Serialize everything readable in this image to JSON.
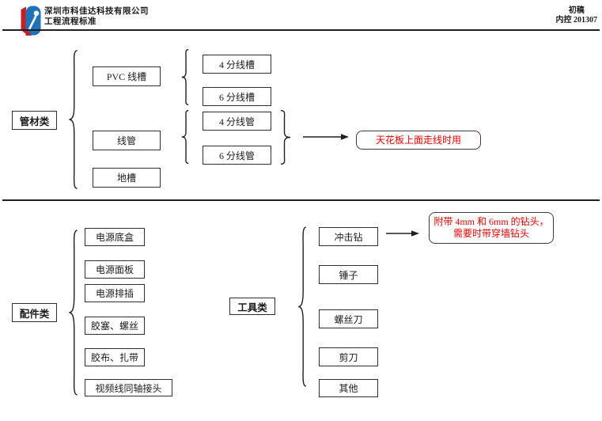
{
  "header": {
    "company": "深圳市科佳达科技有限公司",
    "title": "工程流程标准",
    "status": "初稿",
    "control": "内控 201307"
  },
  "pipes": {
    "root": "管材类",
    "children": [
      {
        "label": "PVC 线槽",
        "children": [
          "4 分线槽",
          "6 分线槽"
        ]
      },
      {
        "label": "线管",
        "children": [
          "4 分线管",
          "6 分线管"
        ]
      },
      {
        "label": "地槽",
        "children": []
      }
    ],
    "note": "天花板上面走线时用"
  },
  "accessories": {
    "root": "配件类",
    "children": [
      "电源底盒",
      "电源面板",
      "电源排插",
      "胶塞、螺丝",
      "胶布、扎带",
      "视频线同轴接头"
    ]
  },
  "tools": {
    "root": "工具类",
    "children": [
      "冲击钻",
      "锤子",
      "螺丝刀",
      "剪刀",
      "其他"
    ],
    "note_line1": "附带 4mm 和 6mm 的钻头，",
    "note_line2": "需要时带穿墙钻头"
  },
  "colors": {
    "note_red": "#e60000",
    "line_black": "#1f1f1f",
    "logo_red": "#c42127",
    "logo_blue": "#1e72b8"
  }
}
